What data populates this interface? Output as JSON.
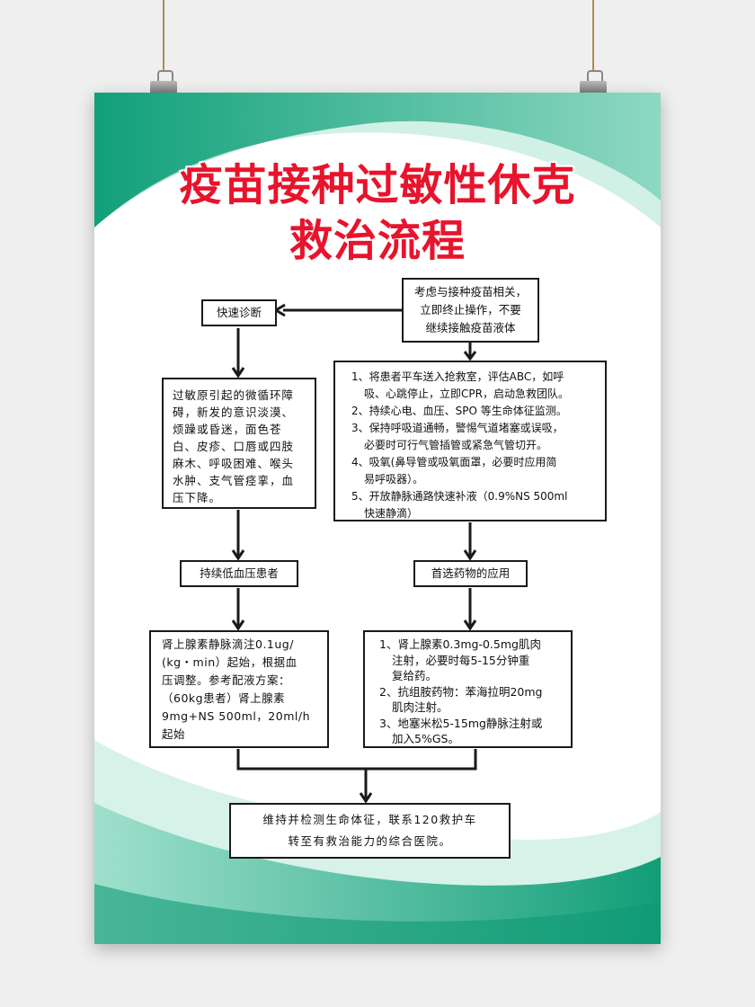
{
  "title": {
    "line1": "疫苗接种过敏性休克",
    "line2": "救治流程"
  },
  "colors": {
    "title": "#e8132c",
    "accent_green": "#1aa37f",
    "border": "#1a1a1a"
  },
  "flow": {
    "quick_diagnosis": "快速诊断",
    "vaccine_related": [
      "考虑与接种疫苗相关，",
      "立即终止操作，不要",
      "继续接触疫苗液体"
    ],
    "symptoms": "过敏原引起的微循环障碍，新发的意识淡漠、烦躁或昏迷，面色苍白、皮疹、口唇或四肢麻木、呼吸困难、喉头水肿、支气管痉挛，血压下降。",
    "first_aid": [
      "1、将患者平车送入抢救室，评估ABC，如呼",
      "吸、心跳停止，立即CPR，启动急救团队。",
      "2、持续心电、血压、SPO 等生命体征监测。",
      "3、保持呼吸道通畅，警惕气道堵塞或误吸，",
      "必要时可行气管插管或紧急气管切开。",
      "4、吸氧(鼻导管或吸氧面罩，必要时应用简",
      "易呼吸器）。",
      "5、开放静脉通路快速补液（0.9%NS 500ml",
      "快速静滴）"
    ],
    "persistent_hypotension": "持续低血压患者",
    "preferred_drugs": "首选药物的应用",
    "epinephrine_infusion": [
      "肾上腺素静脉滴注0.1ug/",
      "(kg・min）起始，根据血",
      "压调整。参考配液方案：",
      "（60kg患者）肾上腺素",
      "9mg+NS 500ml，20ml/h",
      "起始"
    ],
    "drugs": [
      "1、肾上腺素0.3mg-0.5mg肌肉",
      "注射，必要时每5-15分钟重",
      "复给药。",
      "2、抗组胺药物：苯海拉明20mg",
      "肌肉注射。",
      "3、地塞米松5-15mg静脉注射或",
      "加入5%GS。"
    ],
    "final": [
      "维持并检测生命体征，联系120救护车",
      "转至有救治能力的综合医院。"
    ]
  }
}
